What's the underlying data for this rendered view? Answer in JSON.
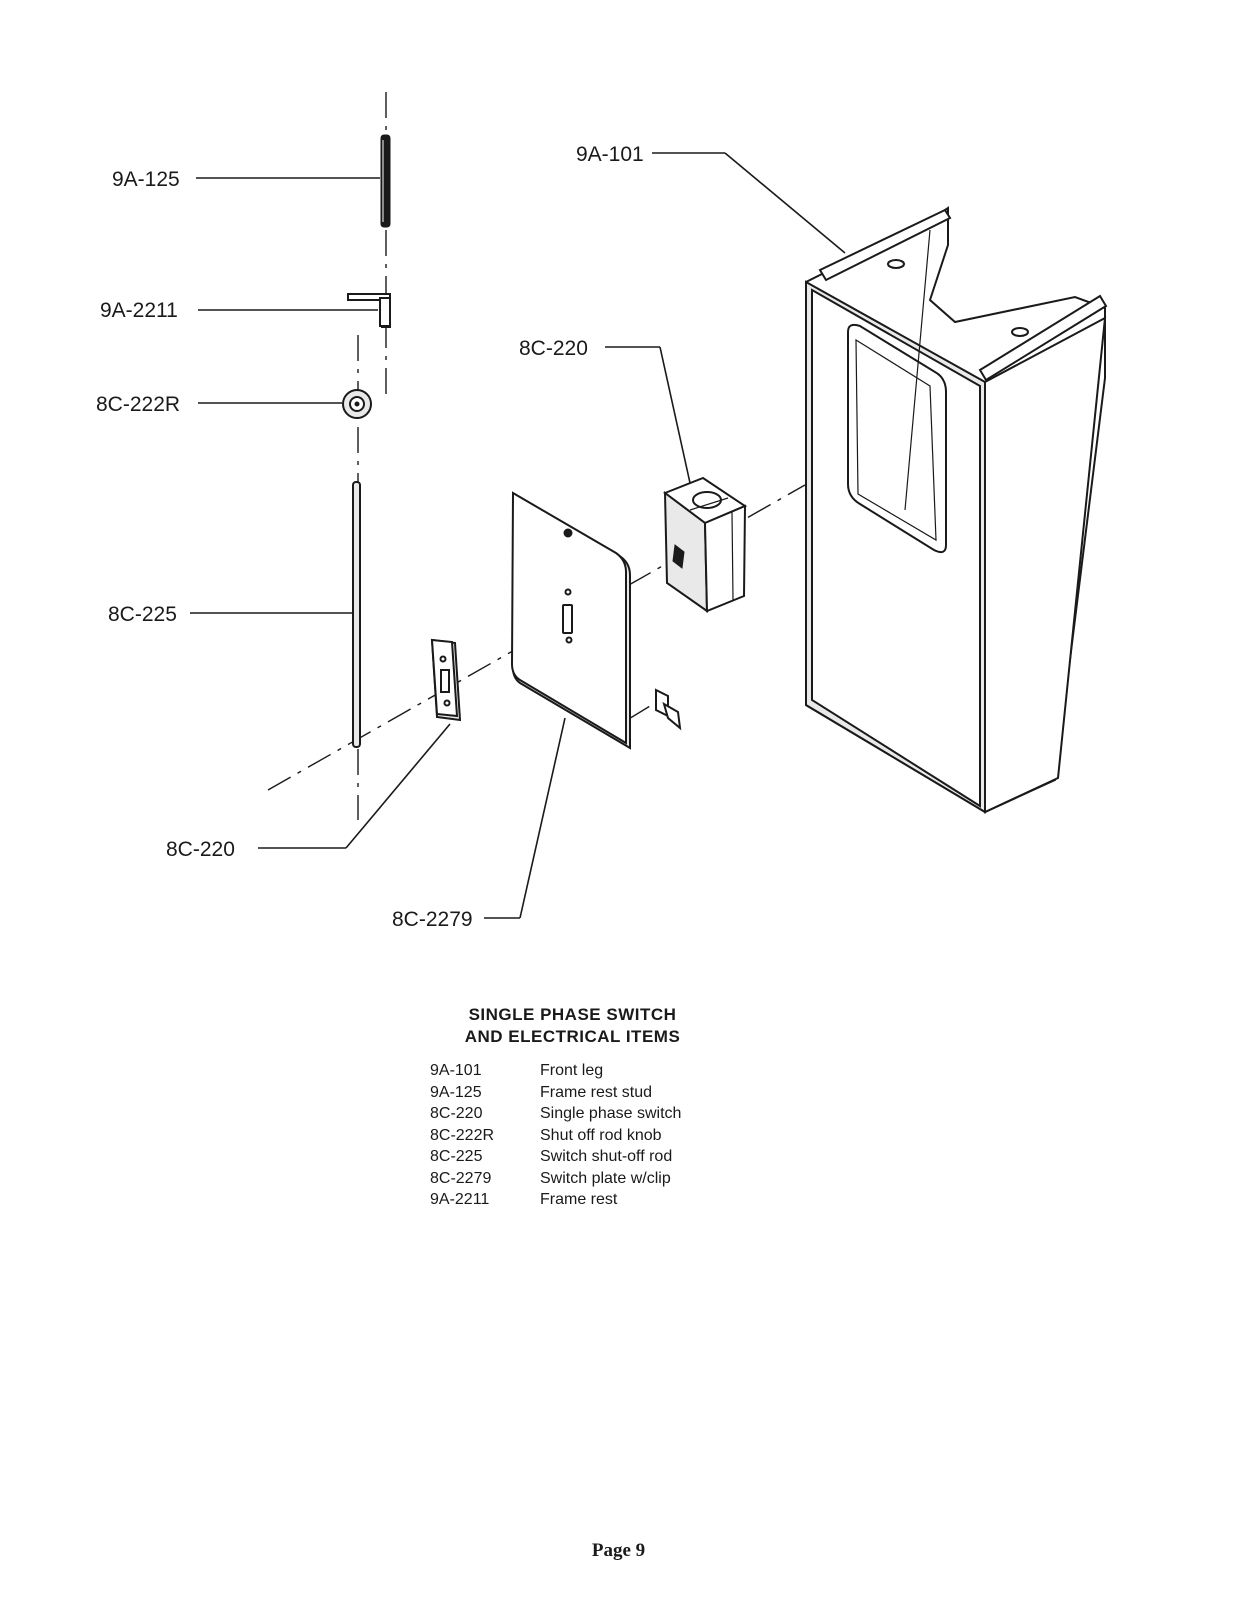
{
  "callouts": {
    "front_leg": "9A-101",
    "stud": "9A-125",
    "frame_rest": "9A-2211",
    "knob": "8C-222R",
    "switch_upper": "8C-220",
    "rod": "8C-225",
    "switch_lower": "8C-220",
    "plate": "8C-2279"
  },
  "legend": {
    "title_line1": "SINGLE PHASE SWITCH",
    "title_line2": "AND ELECTRICAL ITEMS",
    "items": [
      {
        "code": "9A-101",
        "desc": "Front leg"
      },
      {
        "code": "9A-125",
        "desc": "Frame rest stud"
      },
      {
        "code": "8C-220",
        "desc": "Single phase switch"
      },
      {
        "code": "8C-222R",
        "desc": "Shut off rod knob"
      },
      {
        "code": "8C-225",
        "desc": "Switch shut-off rod"
      },
      {
        "code": "8C-2279",
        "desc": "Switch plate w/clip"
      },
      {
        "code": "9A-2211",
        "desc": "Frame rest"
      }
    ]
  },
  "page_number": "Page 9"
}
